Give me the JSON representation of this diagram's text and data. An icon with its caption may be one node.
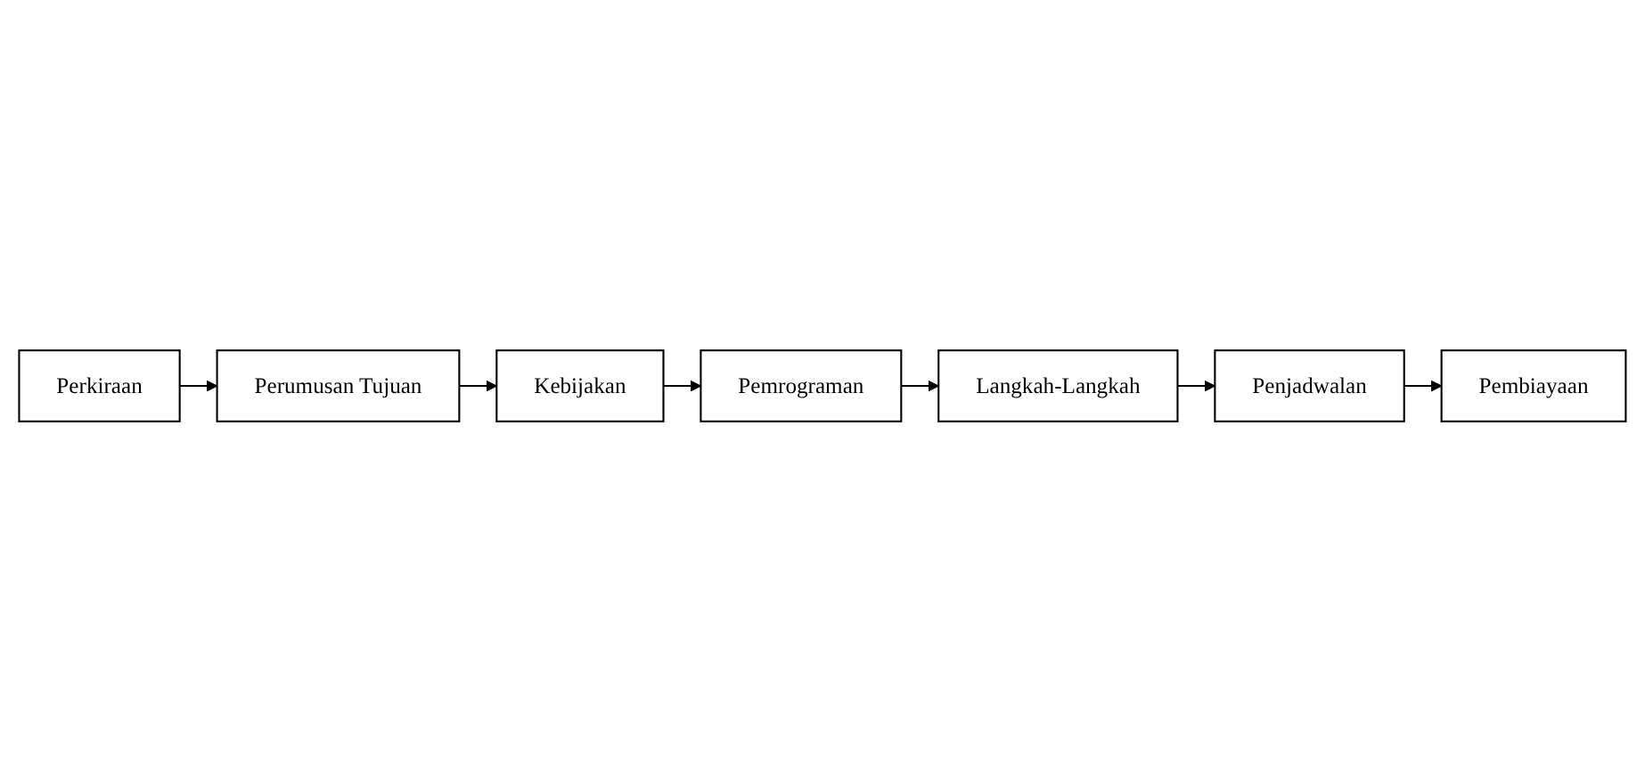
{
  "diagram": {
    "nodes": [
      {
        "text": [
          "Perkiraan"
        ]
      },
      {
        "text": [
          "Perumusan Tujuan"
        ]
      },
      {
        "text": [
          "Kebijakan"
        ]
      },
      {
        "text": [
          "Pemrograman"
        ]
      },
      {
        "text": [
          "Langkah-Langkah"
        ]
      },
      {
        "text": [
          "Penjadwalan"
        ]
      },
      {
        "text": [
          "Pembiayaan"
        ]
      }
    ],
    "edges": [
      {
        "from": 0,
        "to": 1,
        "arrow": "to"
      },
      {
        "from": 1,
        "to": 2,
        "arrow": "to"
      },
      {
        "from": 2,
        "to": 3,
        "arrow": "to"
      },
      {
        "from": 3,
        "to": 4,
        "arrow": "to"
      },
      {
        "from": 4,
        "to": 5,
        "arrow": "to"
      },
      {
        "from": 5,
        "to": 6,
        "arrow": "to"
      }
    ]
  }
}
